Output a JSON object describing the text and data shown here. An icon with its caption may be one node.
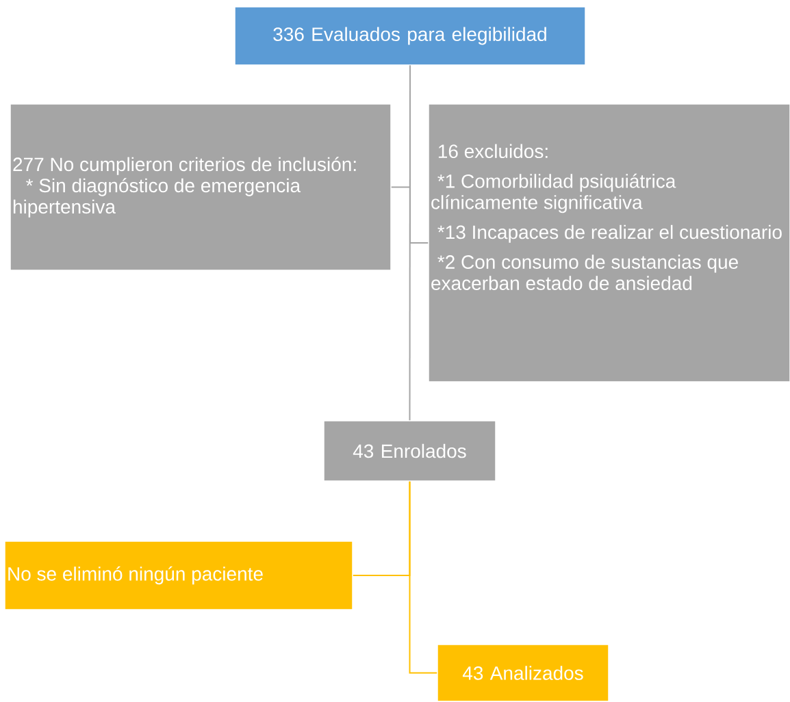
{
  "diagram": {
    "nodes": [
      {
        "text": [
          "336 Evaluados para elegibilidad"
        ]
      },
      {
        "text": [
          "277 No cumplieron criterios de inclusión:",
          "* Sin diagnóstico de emergencia hipertensiva"
        ]
      },
      {
        "text": [
          "16 excluidos:",
          "*1 Comorbilidad psiquiátrica clínicamente significativa",
          "*13 Incapaces de realizar el cuestionario",
          "*2 Con consumo de sustancias que exacerban estado de ansiedad"
        ]
      },
      {
        "text": [
          "43 Enrolados"
        ]
      },
      {
        "text": [
          "No se eliminó ningún paciente"
        ]
      },
      {
        "text": [
          "43 Analizados"
        ]
      }
    ],
    "edges": [
      {
        "from": 0,
        "to": 1,
        "arrow": "none"
      },
      {
        "from": 0,
        "to": 2,
        "arrow": "none"
      },
      {
        "from": 0,
        "to": 3,
        "arrow": "none"
      },
      {
        "from": 3,
        "to": 4,
        "arrow": "none",
        "color": "#ffc000"
      },
      {
        "from": 3,
        "to": 5,
        "arrow": "none",
        "color": "#ffc000"
      }
    ]
  }
}
